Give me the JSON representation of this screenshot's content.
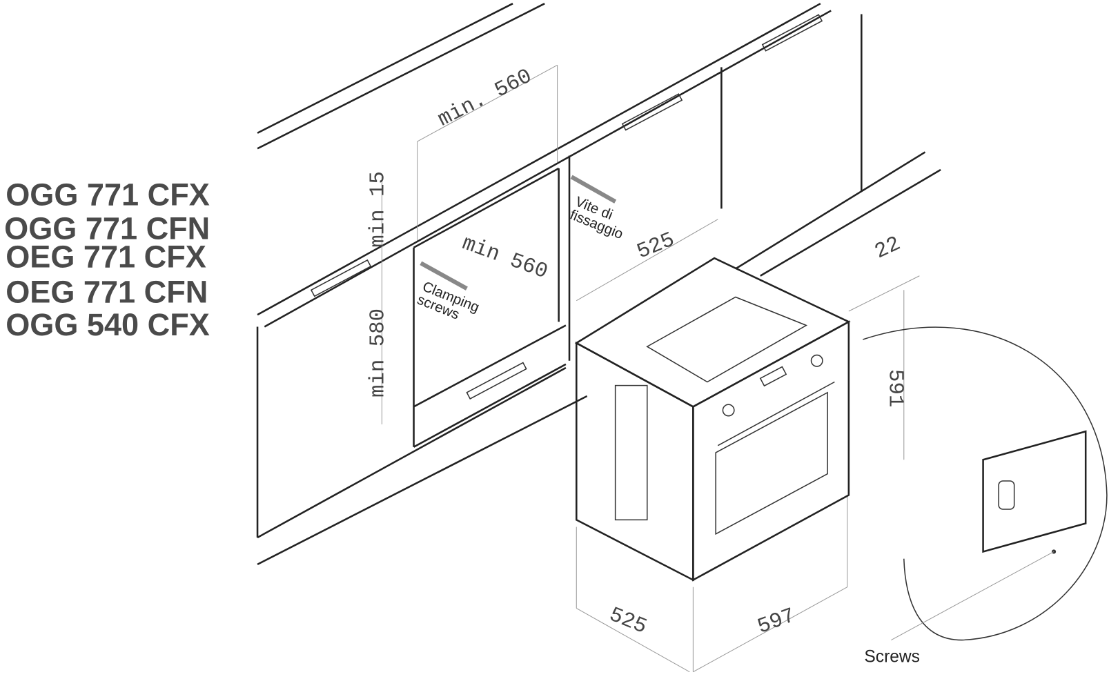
{
  "models": [
    "OGG 771 CFX",
    "OGG 771 CFN",
    "OEG 771 CFX",
    "OEG 771 CFN",
    "OGG 540 CFX"
  ],
  "dimensions": {
    "niche_width_top": "min. 560",
    "top_gap": "min 15",
    "niche_height": "min 580",
    "niche_depth": "min 560",
    "oven_depth_top": "525",
    "panel_offset": "22",
    "oven_height": "591",
    "oven_depth_bottom": "525",
    "oven_width": "597"
  },
  "labels": {
    "clamping_screws": [
      "Clamping",
      "screws"
    ],
    "vite_di_fissaggio": [
      "Vite di",
      "fissaggio"
    ],
    "screws": "Screws"
  }
}
